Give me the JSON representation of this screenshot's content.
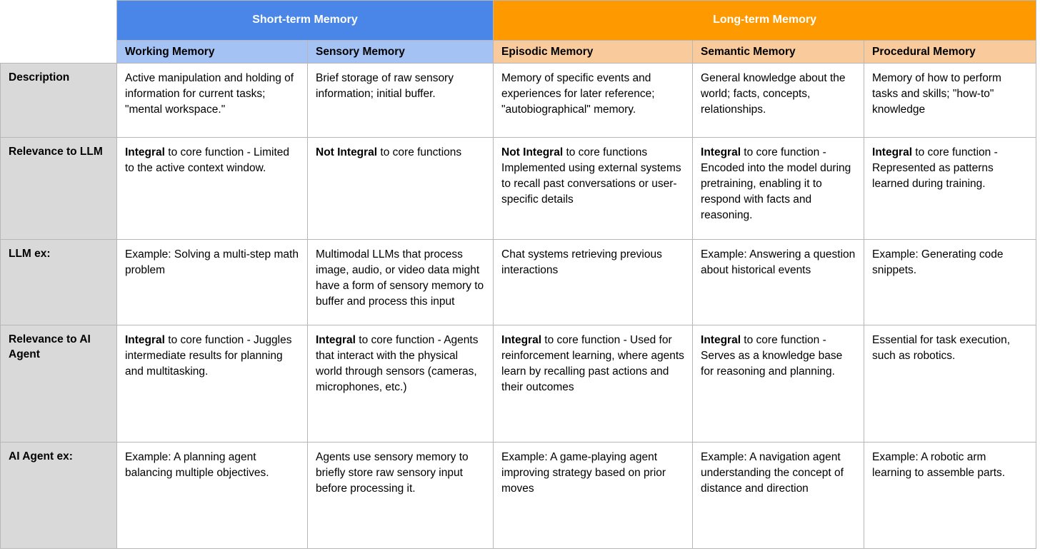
{
  "table": {
    "colors": {
      "short_term_header_bg": "#4a86e8",
      "long_term_header_bg": "#ff9900",
      "short_term_sub_bg": "#a4c2f4",
      "long_term_sub_bg": "#f9cb9c",
      "row_label_bg": "#d9d9d9",
      "border": "#b7b7b7",
      "cell_bg": "#ffffff",
      "header_text": "#ffffff",
      "body_text": "#000000"
    },
    "group_headers": [
      {
        "label": "Short-term Memory",
        "span": 2
      },
      {
        "label": "Long-term Memory",
        "span": 3
      }
    ],
    "column_headers": [
      "Working Memory",
      "Sensory Memory",
      "Episodic Memory",
      "Semantic Memory",
      "Procedural Memory"
    ],
    "row_labels": [
      "Description",
      "Relevance to LLM",
      "LLM ex:",
      "Relevance to AI Agent",
      "AI Agent ex:"
    ],
    "rows": [
      {
        "label": "Description",
        "cells": [
          {
            "bold_prefix": "",
            "text": "Active manipulation and holding of information for current tasks; \"mental workspace.\""
          },
          {
            "bold_prefix": "",
            "text": "Brief storage of raw sensory information; initial buffer."
          },
          {
            "bold_prefix": "",
            "text": "Memory of specific events and experiences for later reference; \"autobiographical\" memory."
          },
          {
            "bold_prefix": "",
            "text": "General knowledge about the world; facts, concepts, relationships."
          },
          {
            "bold_prefix": "",
            "text": "Memory of how to perform tasks and skills; \"how-to\" knowledge"
          }
        ]
      },
      {
        "label": "Relevance to LLM",
        "cells": [
          {
            "bold_prefix": "Integral",
            "text": " to core function - Limited to the active context window."
          },
          {
            "bold_prefix": "Not Integral",
            "text": " to core functions"
          },
          {
            "bold_prefix": "Not Integral",
            "text": " to core functions Implemented using external systems to recall past conversations or user-specific details"
          },
          {
            "bold_prefix": "Integral",
            "text": " to core function - Encoded into the model during pretraining, enabling it to respond with facts and reasoning."
          },
          {
            "bold_prefix": "Integral",
            "text": " to core function - Represented as patterns learned during training."
          }
        ]
      },
      {
        "label": "LLM ex:",
        "cells": [
          {
            "bold_prefix": "",
            "text": "Example: Solving a multi-step math problem"
          },
          {
            "bold_prefix": "",
            "text": "Multimodal LLMs that process image, audio, or video data might have a form of sensory memory to buffer and process this input"
          },
          {
            "bold_prefix": "",
            "text": "Chat systems retrieving previous interactions"
          },
          {
            "bold_prefix": "",
            "text": "Example: Answering a question about historical events"
          },
          {
            "bold_prefix": "",
            "text": "Example: Generating code snippets."
          }
        ]
      },
      {
        "label": "Relevance to AI Agent",
        "cells": [
          {
            "bold_prefix": "Integral",
            "text": " to core function - Juggles intermediate results for planning and multitasking."
          },
          {
            "bold_prefix": "Integral",
            "text": " to core function - Agents that interact with the physical world through sensors (cameras, microphones, etc.)"
          },
          {
            "bold_prefix": "Integral",
            "text": " to core function - Used for reinforcement learning, where agents learn by recalling past actions and their outcomes"
          },
          {
            "bold_prefix": "Integral",
            "text": " to core function - Serves as a knowledge base for reasoning and planning."
          },
          {
            "bold_prefix": "",
            "text": "Essential for task execution, such as robotics."
          }
        ]
      },
      {
        "label": "AI Agent ex:",
        "cells": [
          {
            "bold_prefix": "",
            "text": "Example: A planning agent balancing multiple objectives."
          },
          {
            "bold_prefix": "",
            "text": "Agents use sensory memory to briefly store raw sensory input before processing it."
          },
          {
            "bold_prefix": "",
            "text": "Example: A game-playing agent improving strategy based on prior moves"
          },
          {
            "bold_prefix": "",
            "text": "Example: A navigation agent understanding the concept of distance and direction"
          },
          {
            "bold_prefix": "",
            "text": "Example: A robotic arm learning to assemble parts."
          }
        ]
      }
    ]
  }
}
